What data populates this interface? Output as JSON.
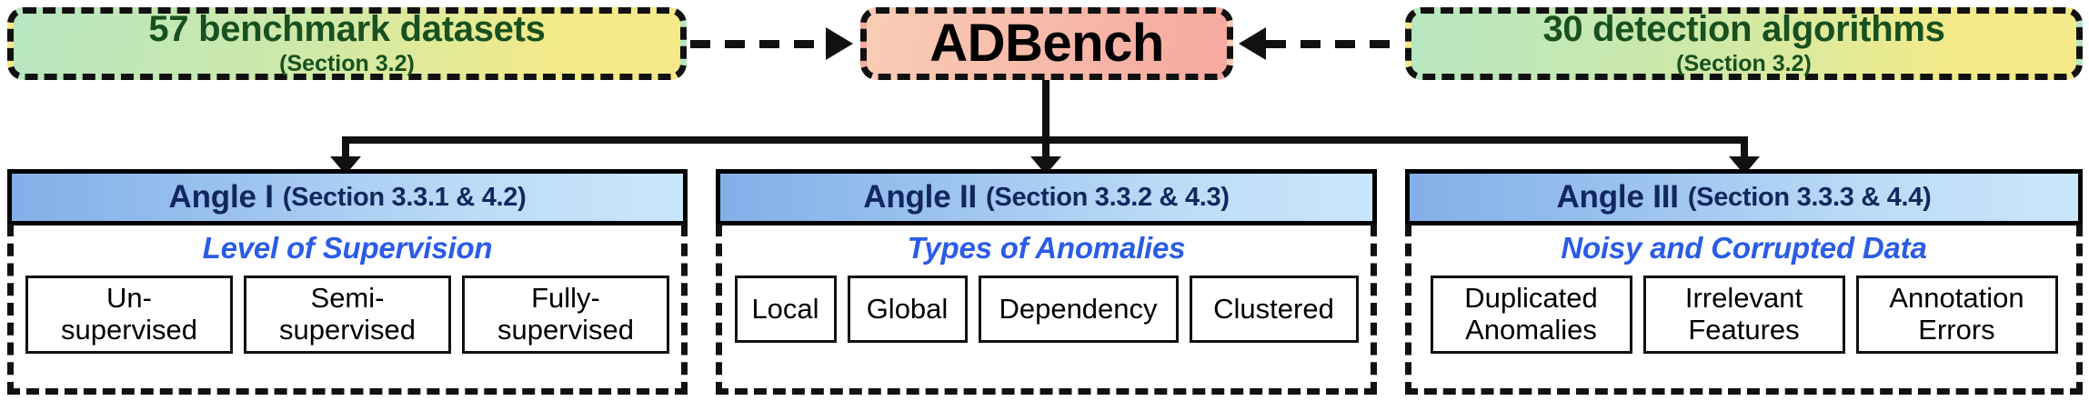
{
  "top_row": {
    "left_box": {
      "title": "57 benchmark datasets",
      "subtitle": "(Section 3.2)"
    },
    "center_box": {
      "label": "ADBench"
    },
    "right_box": {
      "title": "30 detection algorithms",
      "subtitle": "(Section 3.2)"
    }
  },
  "angles": [
    {
      "name": "Angle I",
      "section": "(Section 3.3.1 & 4.2)",
      "subtitle": "Level of Supervision",
      "leaves": [
        "Un-\nsupervised",
        "Semi-\nsupervised",
        "Fully-\nsupervised"
      ]
    },
    {
      "name": "Angle II",
      "section": "(Section 3.3.2 & 4.3)",
      "subtitle": "Types of Anomalies",
      "leaves": [
        "Local",
        "Global",
        "Dependency",
        "Clustered"
      ]
    },
    {
      "name": "Angle III",
      "section": "(Section 3.3.3 & 4.4)",
      "subtitle": "Noisy and Corrupted Data",
      "leaves": [
        "Duplicated\nAnomalies",
        "Irrelevant\nFeatures",
        "Annotation\nErrors"
      ]
    }
  ],
  "colors": {
    "source_gradient_start": "#b7e6c0",
    "source_gradient_end": "#f5e98a",
    "source_text": "#18501f",
    "center_gradient_start": "#f9cdb6",
    "center_gradient_end": "#f6a9a0",
    "angle_header_gradient_start": "#83aee8",
    "angle_header_gradient_end": "#c9e6fb",
    "angle_header_text": "#12275e",
    "angle_subtitle_text": "#2b5ce6",
    "line": "#111111",
    "leaf_background": "#ffffff"
  }
}
